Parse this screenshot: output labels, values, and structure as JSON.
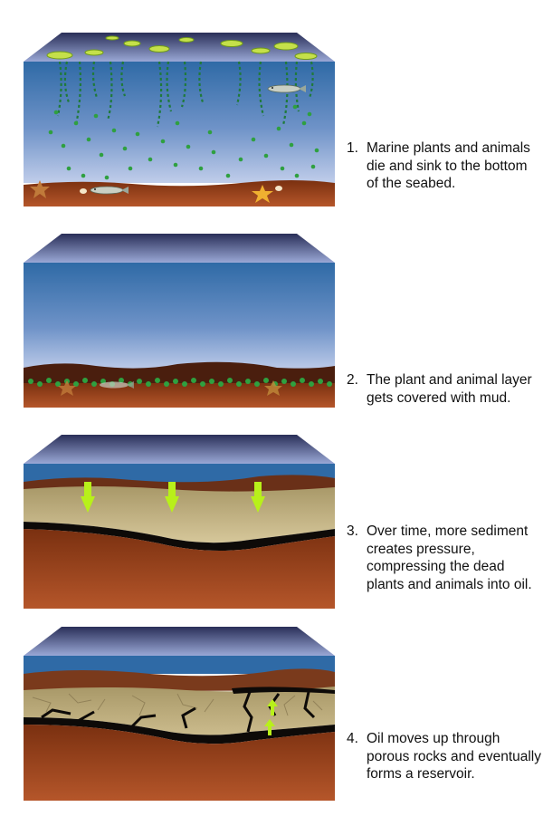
{
  "steps": [
    {
      "number": "1.",
      "text": "Marine plants and animals die and sink to the bottom of the seabed."
    },
    {
      "number": "2.",
      "text": "The plant and animal layer gets covered with mud."
    },
    {
      "number": "3.",
      "text": "Over time, more sediment creates pressure, compressing the dead plants and animals into oil."
    },
    {
      "number": "4.",
      "text": "Oil moves up through porous rocks and eventually forms a reservoir."
    }
  ],
  "colors": {
    "water_top": "#2f6aa6",
    "water_bottom": "#b7c6e4",
    "seabed": "#8c3c17",
    "sediment": "#c9b98a",
    "oil": "#0d0a08",
    "plants": "#2e9a3a",
    "arrows": "#b8f01a"
  },
  "icons": [
    "fish-icon",
    "starfish-icon",
    "shell-icon",
    "plant-icon",
    "arrow-down-icon",
    "arrow-up-icon"
  ]
}
